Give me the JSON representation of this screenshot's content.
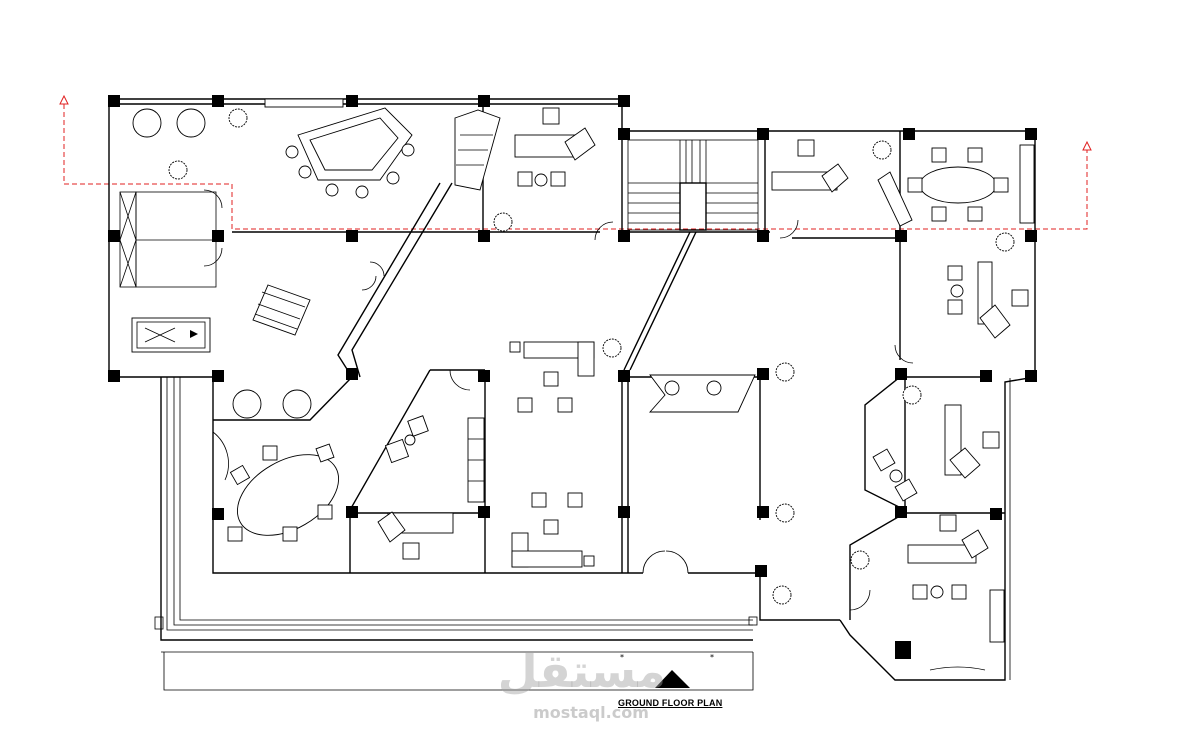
{
  "drawing": {
    "title": "GROUND FLOOR PLAN",
    "line_color": "#000000",
    "section_line_color": "#e02020"
  },
  "watermark": {
    "arabic": "مستقل",
    "latin": "mostaql.com"
  }
}
